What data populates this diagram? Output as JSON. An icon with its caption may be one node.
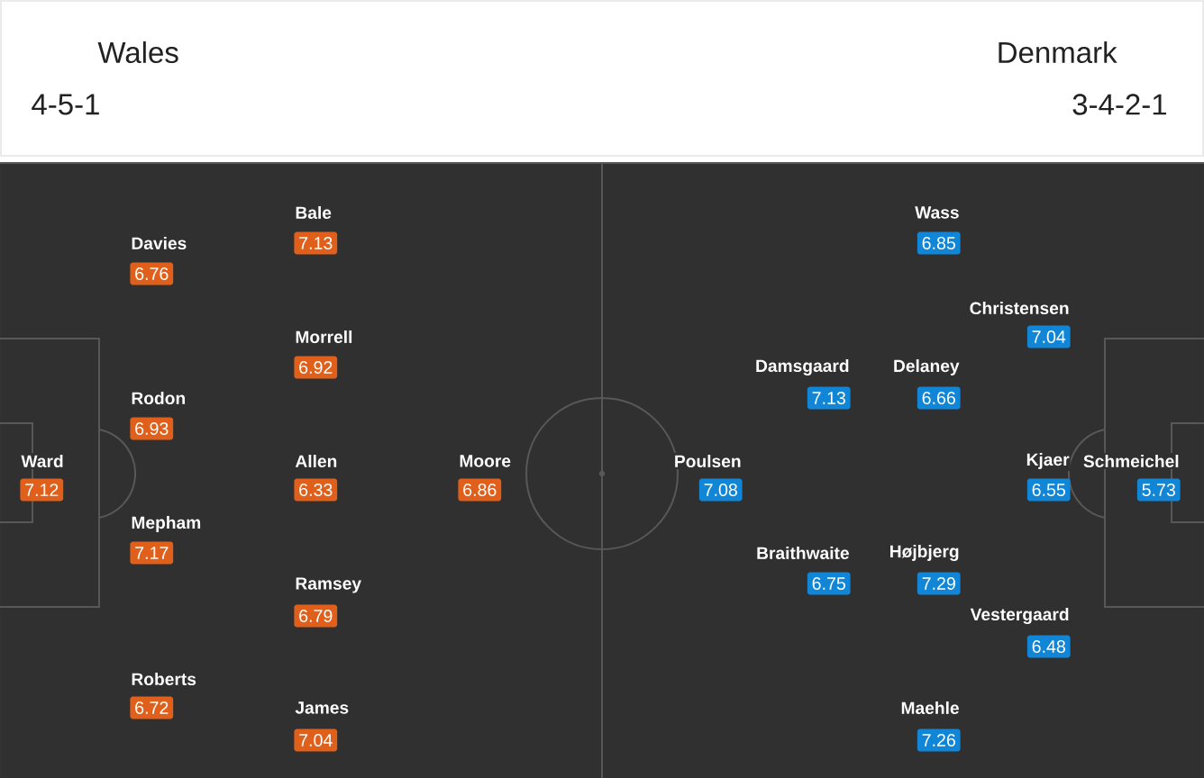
{
  "diagram": {
    "nodes": [
      {
        "text": [
          "Ward",
          "7.12"
        ]
      },
      {
        "text": [
          "Davies",
          "6.76"
        ]
      },
      {
        "text": [
          "Rodon",
          "6.93"
        ]
      },
      {
        "text": [
          "Mepham",
          "7.17"
        ]
      },
      {
        "text": [
          "Roberts",
          "6.72"
        ]
      },
      {
        "text": [
          "Bale",
          "7.13"
        ]
      },
      {
        "text": [
          "Morrell",
          "6.92"
        ]
      },
      {
        "text": [
          "Allen",
          "6.33"
        ]
      },
      {
        "text": [
          "Ramsey",
          "6.79"
        ]
      },
      {
        "text": [
          "James",
          "7.04"
        ]
      },
      {
        "text": [
          "Moore",
          "6.86"
        ]
      },
      {
        "text": [
          "Poulsen",
          "7.08"
        ]
      },
      {
        "text": [
          "Damsgaard",
          "7.13"
        ]
      },
      {
        "text": [
          "Braithwaite",
          "6.75"
        ]
      },
      {
        "text": [
          "Wass",
          "6.85"
        ]
      },
      {
        "text": [
          "Delaney",
          "6.66"
        ]
      },
      {
        "text": [
          "Højbjerg",
          "7.29"
        ]
      },
      {
        "text": [
          "Maehle",
          "7.26"
        ]
      },
      {
        "text": [
          "Christensen",
          "7.04"
        ]
      },
      {
        "text": [
          "Kjaer",
          "6.55"
        ]
      },
      {
        "text": [
          "Vestergaard",
          "6.48"
        ]
      },
      {
        "text": [
          "Schmeichel",
          "5.73"
        ]
      }
    ],
    "labels": [
      "Wales",
      "4-5-1",
      "Denmark",
      "3-4-2-1"
    ]
  }
}
